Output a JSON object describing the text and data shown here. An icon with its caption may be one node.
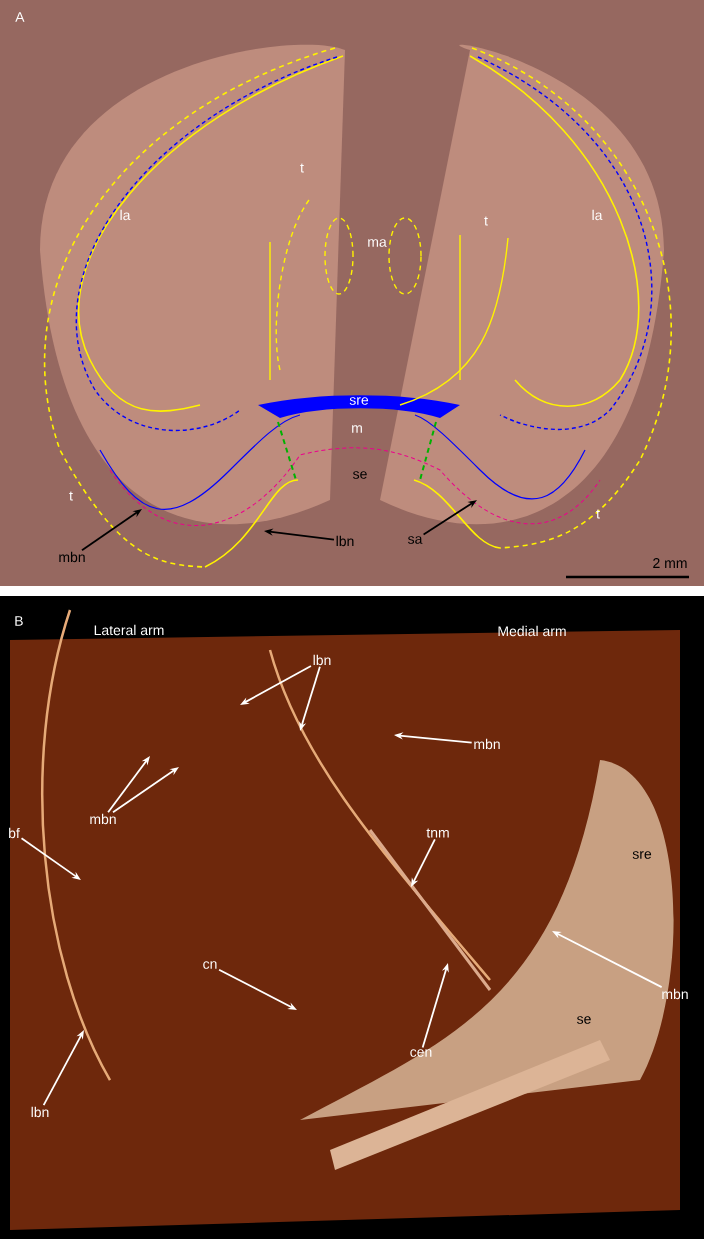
{
  "diagram": {
    "nodes": [
      {
        "text": [
          "mbn"
        ]
      },
      {
        "text": [
          "lbn"
        ]
      },
      {
        "text": [
          "sa"
        ]
      },
      {
        "text": [
          "lbn"
        ]
      },
      {
        "text": [
          "mbn"
        ]
      },
      {
        "text": [
          "mbn"
        ]
      },
      {
        "text": [
          "bf"
        ]
      },
      {
        "text": [
          "tnm"
        ]
      },
      {
        "text": [
          "cn"
        ]
      },
      {
        "text": [
          "cen"
        ]
      },
      {
        "text": [
          "mbn"
        ]
      },
      {
        "text": [
          "lbn"
        ]
      }
    ],
    "edges": [
      {
        "from": 0,
        "to": null,
        "arrow": "to",
        "color": "#000000"
      },
      {
        "from": 1,
        "to": null,
        "arrow": "to",
        "color": "#000000"
      },
      {
        "from": 2,
        "to": null,
        "arrow": "to",
        "color": "#000000"
      },
      {
        "from": 3,
        "to": null,
        "arrow": "to"
      },
      {
        "from": 3,
        "to": null,
        "arrow": "to"
      },
      {
        "from": 4,
        "to": null,
        "arrow": "to"
      },
      {
        "from": 5,
        "to": null,
        "arrow": "to"
      },
      {
        "from": 5,
        "to": null,
        "arrow": "to"
      },
      {
        "from": 6,
        "to": null,
        "arrow": "to"
      },
      {
        "from": 7,
        "to": null,
        "arrow": "to"
      },
      {
        "from": 8,
        "to": null,
        "arrow": "to"
      },
      {
        "from": 9,
        "to": null,
        "arrow": "to"
      },
      {
        "from": 10,
        "to": null,
        "arrow": "to"
      },
      {
        "from": 11,
        "to": null,
        "arrow": "to"
      }
    ],
    "labels": [
      "A",
      "t",
      "la",
      "t",
      "la",
      "ma",
      "sre",
      "m",
      "se",
      "t",
      "t",
      "2 mm",
      "B",
      "Lateral arm",
      "Medial arm",
      "sre",
      "se"
    ]
  }
}
